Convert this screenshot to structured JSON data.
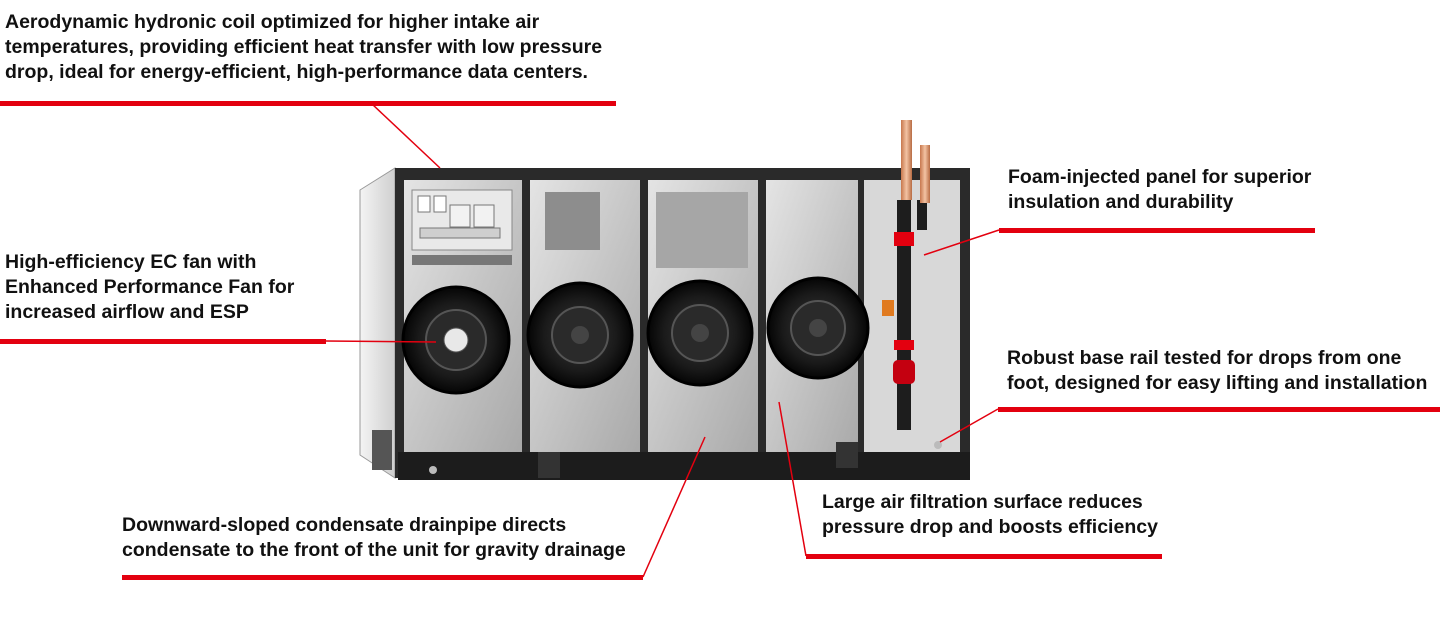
{
  "callouts": {
    "coil": {
      "lines": [
        "Aerodynamic hydronic coil optimized for higher intake air",
        "temperatures, providing efficient heat transfer with low pressure",
        "drop, ideal for energy-efficient, high-performance data centers."
      ]
    },
    "fan": {
      "lines": [
        "High-efficiency EC fan with",
        "Enhanced Performance Fan for",
        "increased airflow and ESP"
      ]
    },
    "drain": {
      "lines": [
        "Downward-sloped condensate drainpipe directs",
        "condensate to the front of the unit for gravity drainage"
      ]
    },
    "filter": {
      "lines": [
        "Large air filtration surface reduces",
        "pressure drop and boosts efficiency"
      ]
    },
    "foam": {
      "lines": [
        "Foam-injected panel for superior",
        "insulation and durability"
      ]
    },
    "rail": {
      "lines": [
        "Robust base rail tested for drops from one",
        "foot, designed for easy lifting and installation"
      ]
    }
  },
  "colors": {
    "accent_line": "#e3000f",
    "text": "#111111",
    "frame": "#2a2a2a",
    "panel": "#bdbdbd",
    "copper": "#e6a47f"
  }
}
